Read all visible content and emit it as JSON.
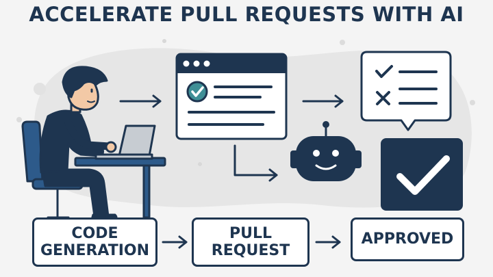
{
  "title": "ACCELERATE PULL REQUESTS WITH AI",
  "steps": [
    {
      "lines": [
        "CODE",
        "GENERATION"
      ]
    },
    {
      "lines": [
        "PULL",
        "REQUEST"
      ]
    },
    {
      "lines": [
        "APPROVED"
      ]
    }
  ],
  "colors": {
    "navy": "#1e3550",
    "teal": "#3f8f96",
    "skin": "#f3c9a6",
    "background": "#f4f4f4",
    "blob": "#e6e6e6"
  }
}
